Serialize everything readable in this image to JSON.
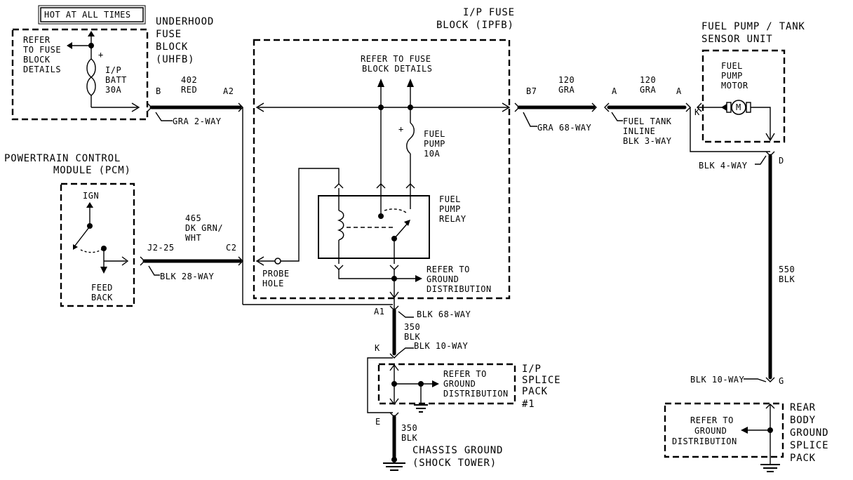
{
  "banner": "HOT AT ALL TIMES",
  "uhfb": {
    "title": [
      "UNDERHOOD",
      "FUSE",
      "BLOCK",
      "(UHFB)"
    ],
    "refer": [
      "REFER",
      "TO FUSE",
      "BLOCK",
      "DETAILS"
    ],
    "fuse": [
      "I/P",
      "BATT",
      "30A"
    ],
    "plus": "+"
  },
  "ipfb": {
    "title": [
      "I/P FUSE",
      "BLOCK (IPFB)"
    ],
    "refer": [
      "REFER TO FUSE",
      "BLOCK DETAILS"
    ],
    "fuse": [
      "FUEL",
      "PUMP",
      "10A"
    ],
    "plus": "+",
    "relay": [
      "FUEL",
      "PUMP",
      "RELAY"
    ],
    "ground_ref": [
      "REFER TO",
      "GROUND",
      "DISTRIBUTION"
    ],
    "probe": [
      "PROBE",
      "HOLE"
    ]
  },
  "pcm": {
    "title": [
      "POWERTRAIN CONTROL",
      "MODULE (PCM)"
    ],
    "ign": "IGN",
    "feed": [
      "FEED",
      "BACK"
    ]
  },
  "pump_unit": {
    "title": [
      "FUEL PUMP / TANK",
      "SENSOR UNIT"
    ],
    "motor": [
      "FUEL",
      "PUMP",
      "MOTOR"
    ],
    "m": "M"
  },
  "wires": {
    "w402": [
      "402",
      "RED"
    ],
    "w120a": [
      "120",
      "GRA"
    ],
    "w120b": [
      "120",
      "GRA"
    ],
    "w465": [
      "465",
      "DK GRN/",
      "WHT"
    ],
    "w350a": [
      "350",
      "BLK"
    ],
    "w350b": [
      "350",
      "BLK"
    ],
    "w550": [
      "550",
      "BLK"
    ]
  },
  "connectors": {
    "B": "B",
    "A2": "A2",
    "B7": "B7",
    "A": "A",
    "A_pump": "A",
    "K": "K",
    "D": "D",
    "J2_25": "J2-25",
    "C2": "C2",
    "A1": "A1",
    "K2": "K",
    "E": "E",
    "G": "G",
    "gra2": "GRA 2-WAY",
    "gra68": "GRA 68-WAY",
    "inline": [
      "FUEL TANK",
      "INLINE",
      "BLK 3-WAY"
    ],
    "blk4": "BLK 4-WAY",
    "blk28": "BLK 28-WAY",
    "blk68": "BLK 68-WAY",
    "blk10a": "BLK 10-WAY",
    "blk10b": "BLK 10-WAY"
  },
  "splice": {
    "title": [
      "I/P",
      "SPLICE",
      "PACK",
      "#1"
    ],
    "refer": [
      "REFER TO",
      "GROUND",
      "DISTRIBUTION"
    ]
  },
  "chassis": [
    "CHASSIS GROUND",
    "(SHOCK TOWER)"
  ],
  "rear": {
    "title": [
      "REAR",
      "BODY",
      "GROUND",
      "SPLICE",
      "PACK"
    ],
    "refer": [
      "REFER TO",
      "GROUND",
      "DISTRIBUTION"
    ]
  }
}
